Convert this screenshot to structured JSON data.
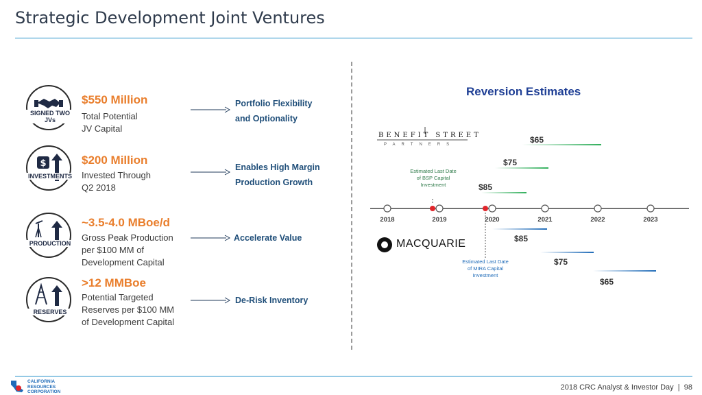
{
  "title": "Strategic Development Joint Ventures",
  "left": {
    "items": [
      {
        "badge": "SIGNED TWO\nJVs",
        "headline": "$550 Million",
        "desc": "Total Potential\nJV Capital",
        "outcome": "Portfolio Flexibility\nand Optionality"
      },
      {
        "badge": "INVESTMENTS",
        "headline": "$200 Million",
        "desc": "Invested Through\nQ2 2018",
        "outcome": "Enables High Margin\nProduction Growth"
      },
      {
        "badge": "PRODUCTION",
        "headline": "~3.5-4.0 MBoe/d",
        "desc": "Gross Peak Production\nper $100 MM of\nDevelopment Capital",
        "outcome": "Accelerate Value"
      },
      {
        "badge": "RESERVES",
        "headline": ">12 MMBoe",
        "desc": "Potential Targeted\nReserves per $100 MM\nof Development Capital",
        "outcome": "De-Risk Inventory"
      }
    ]
  },
  "reversion": {
    "title": "Reversion Estimates",
    "bsp_logo": "BENEFIT STREET",
    "bsp_sub": "PARTNERS",
    "macquarie_logo": "MACQUARIE",
    "years": [
      "2018",
      "2019",
      "2020",
      "2021",
      "2022",
      "2023"
    ],
    "bsp_note": "Estimated Last Date\nof BSP Capital\nInvestment",
    "mira_note": "Estimated Last Date\nof MIRA Capital\nInvestment",
    "bsp_prices": [
      "$65",
      "$75",
      "$85"
    ],
    "mira_prices": [
      "$85",
      "$75",
      "$65"
    ],
    "colors": {
      "bsp": "#2fae5a",
      "mira": "#1f6bb8",
      "marker": "#e0262b"
    }
  },
  "footer": {
    "event": "2018 CRC Analyst & Investor Day  |  98",
    "company_line1": "CALIFORNIA",
    "company_line2": "RESOURCES",
    "company_line3": "CORPORATION"
  }
}
